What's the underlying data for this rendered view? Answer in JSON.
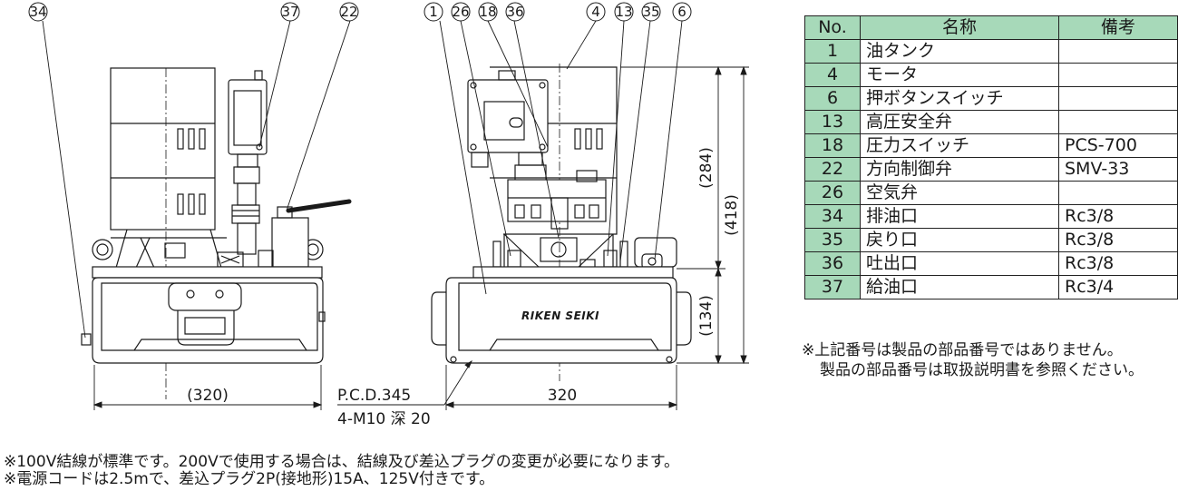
{
  "callouts": {
    "left": [
      "34",
      "37",
      "22"
    ],
    "right": [
      "1",
      "26",
      "18",
      "36",
      "4",
      "13",
      "35",
      "6"
    ]
  },
  "dimensions": {
    "left_width": "(320)",
    "right_width": "320",
    "height_upper": "(284)",
    "height_total": "(418)",
    "height_lower": "(134)",
    "pcd": "P.C.D.345",
    "bolt": "4-M10 深 20"
  },
  "brand": "RIKEN SEIKI",
  "table": {
    "headers": [
      "No.",
      "名称",
      "備考"
    ],
    "rows": [
      {
        "no": "1",
        "name": "油タンク",
        "remark": ""
      },
      {
        "no": "4",
        "name": "モータ",
        "remark": ""
      },
      {
        "no": "6",
        "name": "押ボタンスイッチ",
        "remark": ""
      },
      {
        "no": "13",
        "name": "高圧安全弁",
        "remark": ""
      },
      {
        "no": "18",
        "name": "圧力スイッチ",
        "remark": "PCS-700"
      },
      {
        "no": "22",
        "name": "方向制御弁",
        "remark": "SMV-33"
      },
      {
        "no": "26",
        "name": "空気弁",
        "remark": ""
      },
      {
        "no": "34",
        "name": "排油口",
        "remark": "Rc3/8"
      },
      {
        "no": "35",
        "name": "戻り口",
        "remark": "Rc3/8"
      },
      {
        "no": "36",
        "name": "吐出口",
        "remark": "Rc3/8"
      },
      {
        "no": "37",
        "name": "給油口",
        "remark": "Rc3/4"
      }
    ]
  },
  "table_notes": [
    "※上記番号は製品の部品番号ではありません。",
    "製品の部品番号は取扱説明書を参照ください。"
  ],
  "footer_notes": [
    "※100V結線が標準です。200Vで使用する場合は、結線及び差込プラグの変更が必要になります。",
    "※電源コードは2.5mで、差込プラグ2P(接地形)15A、125V付きです。"
  ]
}
